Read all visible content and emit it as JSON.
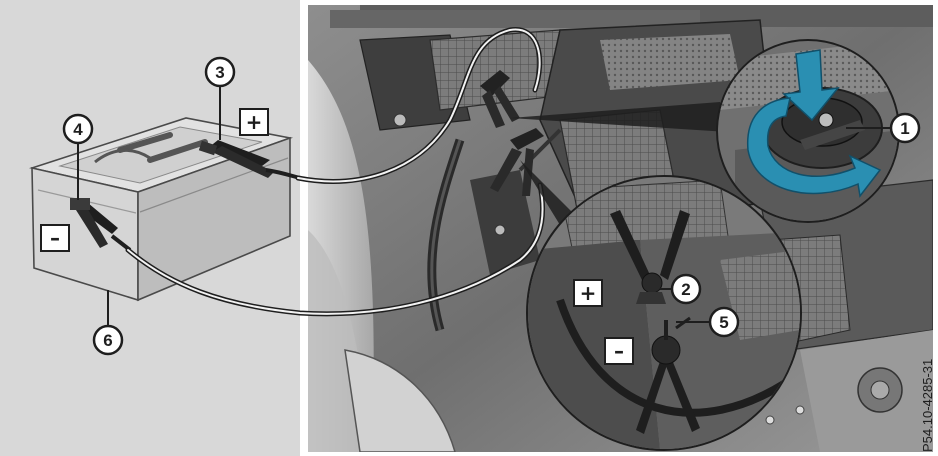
{
  "image_type": "technical-illustration",
  "callouts": {
    "c1": "1",
    "c2": "2",
    "c3": "3",
    "c4": "4",
    "c5": "5",
    "c6": "6"
  },
  "polarity_signs": {
    "battery_positive": "+",
    "battery_negative": "–",
    "vehicle_positive": "+",
    "vehicle_negative": "–"
  },
  "reference_code": "P54.10-4285-31",
  "colors": {
    "left_panel_bg": "#d8d8d8",
    "engine_bay_bg": "#c4c4c4",
    "arrow_blue": "#2a8fb2",
    "line_dark": "#1e1e1e"
  },
  "arrows": {
    "press_down": "down-arrow-icon",
    "turn": "counterclockwise-arrow-icon"
  }
}
